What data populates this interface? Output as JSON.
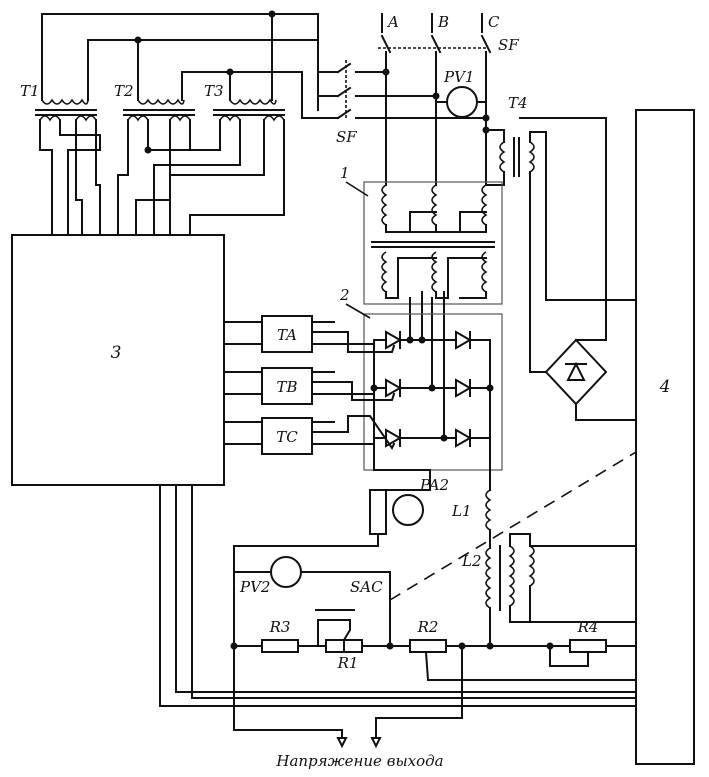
{
  "labels": {
    "phase_a": "A",
    "phase_b": "B",
    "phase_c": "C",
    "breaker_top": "SF",
    "breaker_left": "SF",
    "t1": "T1",
    "t2": "T2",
    "t3": "T3",
    "t4": "T4",
    "pv1": "PV1",
    "pv2": "PV2",
    "pa2": "PA2",
    "block1": "1",
    "block2": "2",
    "block3": "3",
    "block4": "4",
    "ta": "TA",
    "tb": "TB",
    "tc": "TC",
    "l1": "L1",
    "l2": "L2",
    "sac": "SAC",
    "r1": "R1",
    "r2": "R2",
    "r3": "R3",
    "r4": "R4",
    "output_caption": "Напряжение выхода"
  }
}
